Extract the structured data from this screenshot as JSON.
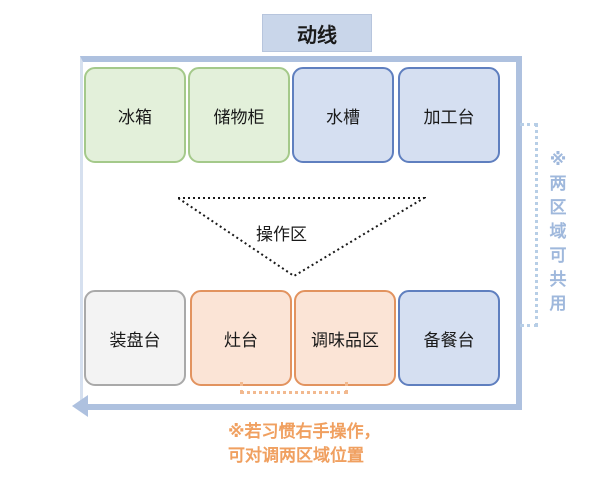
{
  "title": "动线",
  "top_row": [
    {
      "label": "冰箱",
      "color": "green"
    },
    {
      "label": "储物柜",
      "color": "green"
    },
    {
      "label": "水槽",
      "color": "blue"
    },
    {
      "label": "加工台",
      "color": "blue"
    }
  ],
  "bottom_row": [
    {
      "label": "装盘台",
      "color": "gray"
    },
    {
      "label": "灶台",
      "color": "orange"
    },
    {
      "label": "调味品区",
      "color": "orange"
    },
    {
      "label": "备餐台",
      "color": "blue"
    }
  ],
  "triangle_label": "操作区",
  "side_note": "※两区域可共用",
  "bottom_note": "※若习惯右手操作，可对调两区域位置",
  "colors": {
    "frame": "#aec1df",
    "green_fill": "#e3f0da",
    "green_border": "#a4c98a",
    "blue_fill": "#d5dff1",
    "blue_border": "#5f7fbf",
    "gray_fill": "#f3f3f3",
    "gray_border": "#a9a9a9",
    "orange_fill": "#fbe4d6",
    "orange_border": "#e2935f",
    "side_note": "#9fb8dc",
    "bottom_note": "#f0a060"
  }
}
